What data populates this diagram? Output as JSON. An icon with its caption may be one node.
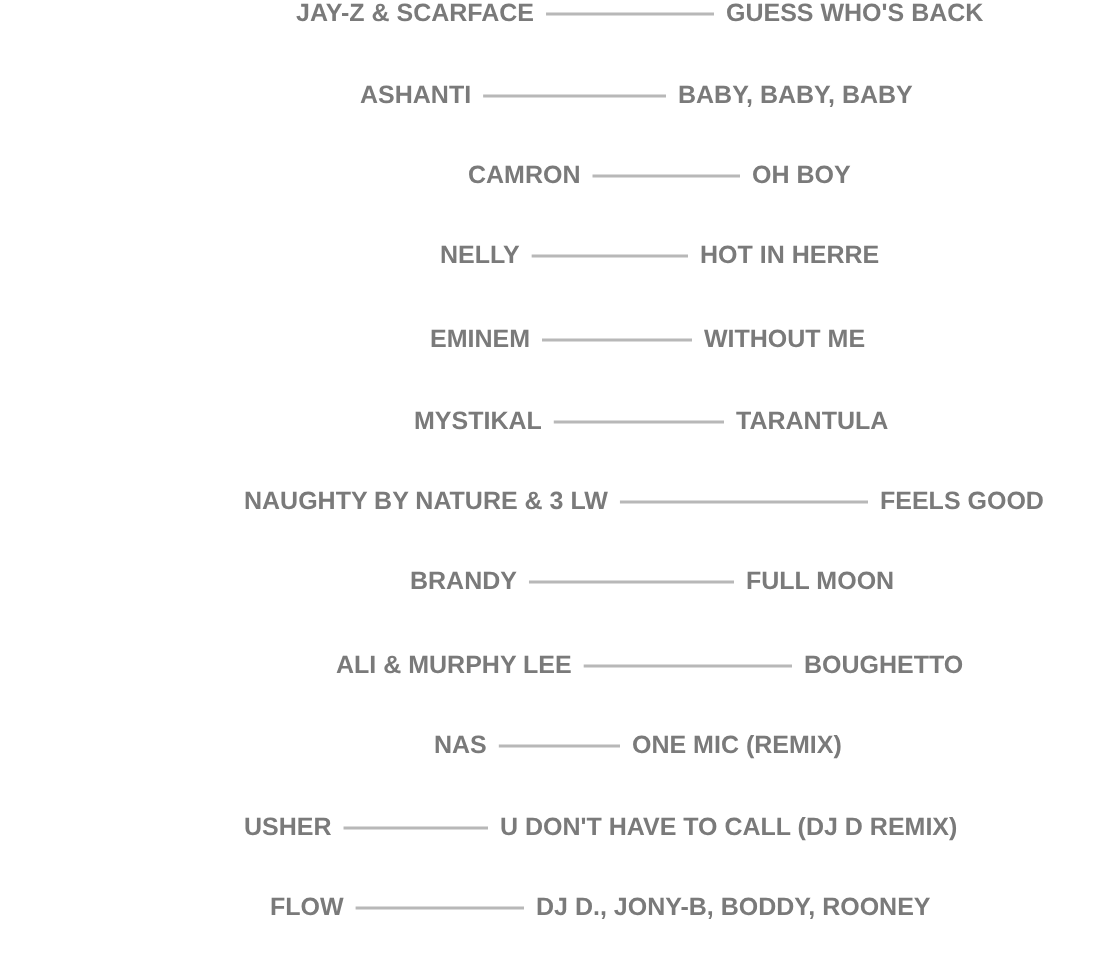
{
  "diagram": {
    "nodes": [
      {
        "text": [
          "JAY-Z & SCARFACE"
        ]
      },
      {
        "text": [
          "GUESS WHO'S BACK"
        ]
      },
      {
        "text": [
          "ASHANTI"
        ]
      },
      {
        "text": [
          "BABY, BABY, BABY"
        ]
      },
      {
        "text": [
          "CAMRON"
        ]
      },
      {
        "text": [
          "OH BOY"
        ]
      },
      {
        "text": [
          "NELLY"
        ]
      },
      {
        "text": [
          "HOT IN HERRE"
        ]
      },
      {
        "text": [
          "EMINEM"
        ]
      },
      {
        "text": [
          "WITHOUT ME"
        ]
      },
      {
        "text": [
          "MYSTIKAL"
        ]
      },
      {
        "text": [
          "TARANTULA"
        ]
      },
      {
        "text": [
          "NAUGHTY BY NATURE & 3 LW"
        ]
      },
      {
        "text": [
          "FEELS GOOD"
        ]
      },
      {
        "text": [
          "BRANDY"
        ]
      },
      {
        "text": [
          "FULL MOON"
        ]
      },
      {
        "text": [
          "ALI & MURPHY LEE"
        ]
      },
      {
        "text": [
          "BOUGHETTO"
        ]
      },
      {
        "text": [
          "NAS"
        ]
      },
      {
        "text": [
          "ONE MIC (REMIX)"
        ]
      },
      {
        "text": [
          "USHER"
        ]
      },
      {
        "text": [
          "U DON'T HAVE TO CALL (DJ D REMIX)"
        ]
      },
      {
        "text": [
          "FLOW"
        ]
      },
      {
        "text": [
          "DJ D., JONY-B, BODDY, ROONEY"
        ]
      }
    ],
    "edges": [
      {
        "from": 0,
        "to": 1,
        "arrow": "none"
      },
      {
        "from": 2,
        "to": 3,
        "arrow": "none"
      },
      {
        "from": 4,
        "to": 5,
        "arrow": "none"
      },
      {
        "from": 6,
        "to": 7,
        "arrow": "none"
      },
      {
        "from": 8,
        "to": 9,
        "arrow": "none"
      },
      {
        "from": 10,
        "to": 11,
        "arrow": "none"
      },
      {
        "from": 12,
        "to": 13,
        "arrow": "none"
      },
      {
        "from": 14,
        "to": 15,
        "arrow": "none"
      },
      {
        "from": 16,
        "to": 17,
        "arrow": "none"
      },
      {
        "from": 18,
        "to": 19,
        "arrow": "none"
      },
      {
        "from": 20,
        "to": 21,
        "arrow": "none"
      },
      {
        "from": 22,
        "to": 23,
        "arrow": "none"
      }
    ]
  }
}
